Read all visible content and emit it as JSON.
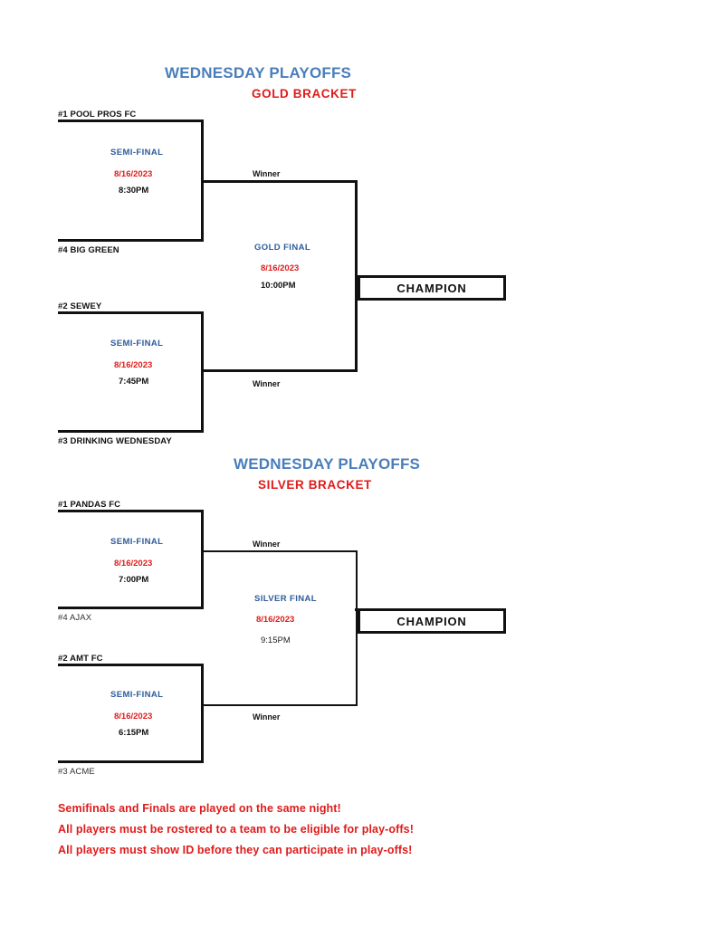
{
  "document": {
    "brackets": [
      {
        "id": "gold",
        "title": "WEDNESDAY PLAYOFFS",
        "subtitle": "GOLD  BRACKET",
        "semifinals": [
          {
            "top_team": "#1 POOL PROS FC",
            "bottom_team": "#4 BIG GREEN",
            "round_name": "SEMI-FINAL",
            "date": "8/16/2023",
            "time": "8:30PM",
            "advance_label": "Winner"
          },
          {
            "top_team": "#2 SEWEY",
            "bottom_team": "#3 DRINKING WEDNESDAY",
            "round_name": "SEMI-FINAL",
            "date": "8/16/2023",
            "time": "7:45PM",
            "advance_label": "Winner"
          }
        ],
        "final": {
          "round_name": "GOLD FINAL",
          "date": "8/16/2023",
          "time": "10:00PM"
        },
        "champion_label": "CHAMPION"
      },
      {
        "id": "silver",
        "title": "WEDNESDAY PLAYOFFS",
        "subtitle": "SILVER BRACKET",
        "semifinals": [
          {
            "top_team": "#1 PANDAS FC",
            "bottom_team": "#4 AJAX",
            "round_name": "SEMI-FINAL",
            "date": "8/16/2023",
            "time": "7:00PM",
            "advance_label": "Winner"
          },
          {
            "top_team": "#2 AMT FC",
            "bottom_team": "#3 ACME",
            "round_name": "SEMI-FINAL",
            "date": "8/16/2023",
            "time": "6:15PM",
            "advance_label": "Winner"
          }
        ],
        "final": {
          "round_name": "SILVER FINAL",
          "date": "8/16/2023",
          "time": "9:15PM"
        },
        "champion_label": "CHAMPION"
      }
    ],
    "notes": [
      "Semifinals and Finals are played on the same night!",
      "All players must be rostered to a team to be eligible for play-offs!",
      "All players must show ID before they can participate in play-offs!"
    ],
    "colors": {
      "title_blue": "#4a7ebb",
      "round_blue": "#2e5c9a",
      "accent_red": "#e01b1b",
      "line_black": "#111111"
    }
  }
}
